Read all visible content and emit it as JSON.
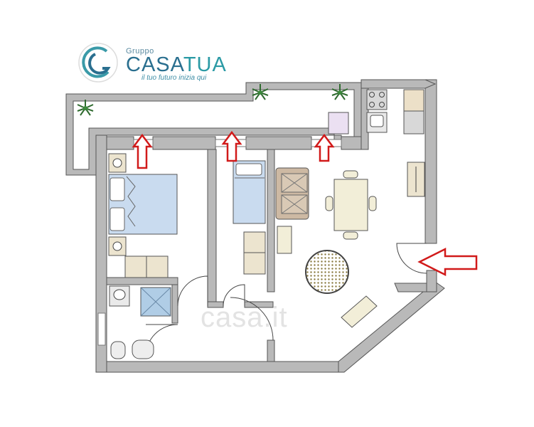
{
  "brand": {
    "prefix": "Gruppo",
    "name_part1": "CASA",
    "name_part2": "TUA",
    "tagline": "il tuo futuro inizia qui",
    "colors": {
      "primary": "#2a6f8f",
      "accent": "#2a9aa5"
    }
  },
  "watermark": {
    "text": "casa.it"
  },
  "colors": {
    "wall": "#b9b9b9",
    "arrow": "#d11a1a",
    "bed": "#c9dbef",
    "sofa": "#cdb9a3",
    "table": "#f2eed8",
    "cabinet": "#ece4cf",
    "stove": "#d8d8d8",
    "tile": "#b0cde6"
  },
  "icons": [
    "plant-icon",
    "entrance-arrow-icon",
    "window-arrow-icon",
    "sink-icon",
    "toilet-icon",
    "shower-icon"
  ]
}
